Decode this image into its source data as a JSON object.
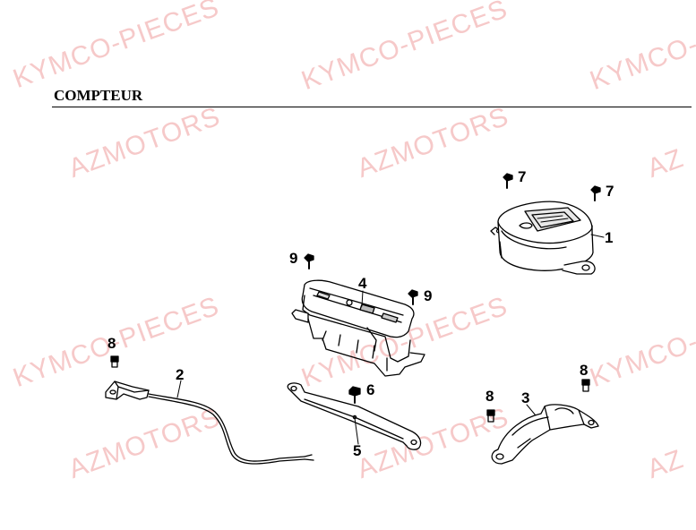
{
  "page": {
    "title": "COMPTEUR"
  },
  "watermarks": [
    {
      "text": "KYMCO-PIECES"
    },
    {
      "text": "KYMCO-PIECES"
    },
    {
      "text": "KYMCO-PIECES"
    },
    {
      "text": "AZMOTORS"
    },
    {
      "text": "AZMOTORS"
    },
    {
      "text": "AZ"
    },
    {
      "text": "KYMCO-PIECES"
    },
    {
      "text": "KYMCO-PIECES"
    },
    {
      "text": "KYMCO-"
    },
    {
      "text": "AZMOTORS"
    },
    {
      "text": "AZMOTORS"
    },
    {
      "text": "AZ"
    }
  ],
  "callouts": [
    {
      "part": "meter",
      "label": "1"
    },
    {
      "part": "speed-sensor-cable",
      "label": "2"
    },
    {
      "part": "bracket-cover",
      "label": "3"
    },
    {
      "part": "indicator-housing",
      "label": "4"
    },
    {
      "part": "mounting-stay",
      "label": "5"
    },
    {
      "part": "screw",
      "label": "6"
    },
    {
      "part": "screw",
      "label": "7"
    },
    {
      "part": "screw",
      "label": "7"
    },
    {
      "part": "bolt",
      "label": "8"
    },
    {
      "part": "bolt",
      "label": "8"
    },
    {
      "part": "bolt",
      "label": "8"
    },
    {
      "part": "screw",
      "label": "9"
    },
    {
      "part": "screw",
      "label": "9"
    }
  ],
  "colors": {
    "line": "#000000",
    "watermark": "#f6c9c9",
    "background": "#ffffff"
  }
}
